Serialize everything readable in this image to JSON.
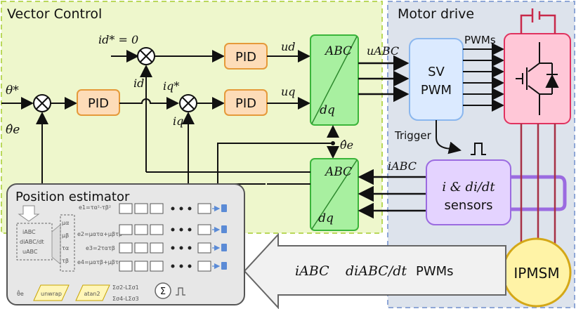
{
  "regions": {
    "vector_control": "Vector Control",
    "motor_drive": "Motor drive",
    "position_estimator": "Position estimator"
  },
  "blocks": {
    "pid_speed": "PID",
    "pid_d": "PID",
    "pid_q": "PID",
    "clarke_park_top": {
      "upper": "ABC",
      "lower": "dq"
    },
    "clarke_park_bottom": {
      "upper": "ABC",
      "lower": "dq"
    },
    "sv_pwm": {
      "line1": "SV",
      "line2": "PWM"
    },
    "sensors": {
      "line1": "i & di/dt",
      "line2": "sensors"
    },
    "motor": "IPMSM"
  },
  "signals": {
    "theta_ref": "θ*",
    "theta_est": "θ̂e",
    "id_ref": "id* = 0",
    "iq_ref": "iq*",
    "id": "id",
    "iq": "iq",
    "ud": "ud",
    "uq": "uq",
    "uabc": "uABC",
    "iabc": "iABC",
    "pwms": "PWMs",
    "trigger": "Trigger"
  },
  "estimator_inner": {
    "inputs": [
      "iABC",
      "diABC/dt",
      "uABC"
    ],
    "moments": [
      "μα",
      "μβ",
      "τα",
      "τβ"
    ],
    "equations": [
      "e1=τα²-τβ²",
      "e2=ματα+μβτβ",
      "e3=2τατβ",
      "e4=ματβ+μβτα"
    ],
    "sum_symbol": "Σ",
    "atan_label": "atan2",
    "unwrap_label": "unwrap",
    "atan_terms": [
      "Σσ2-LΣσ1",
      "Σσ4-LΣσ3"
    ],
    "output": "θ̂e"
  },
  "bottom_arrow": {
    "label1": "iABC",
    "label2": "diABC/dt",
    "label3": "PWMs"
  },
  "colors": {
    "vector_bg": "#eef7cc",
    "motor_bg": "#dde3ec",
    "pid_fill": "#fddcb8",
    "pid_stroke": "#e59a3a",
    "transform_fill": "#a8f0a0",
    "transform_stroke": "#3bb53b",
    "svpwm_fill": "#dbeaff",
    "sensor_fill": "#e4d3ff",
    "sensor_stroke": "#9b6be0",
    "inverter_fill": "#ffc7d7",
    "inverter_stroke": "#e0335f",
    "motor_fill": "#fff3a6",
    "motor_stroke": "#d4a717"
  }
}
